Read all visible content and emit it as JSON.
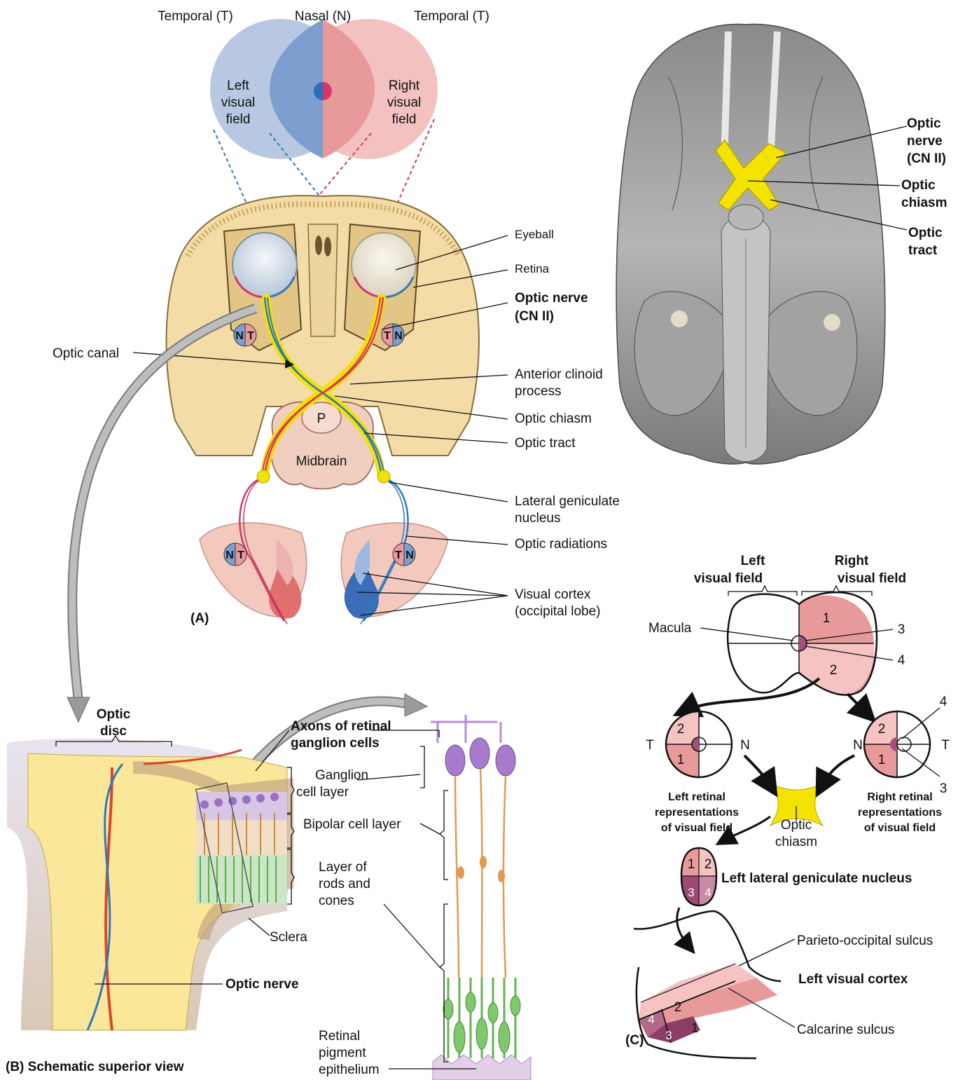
{
  "visual_fields": {
    "temporal_left": "Temporal (T)",
    "nasal": "Nasal (N)",
    "temporal_right": "Temporal (T)",
    "left_field": [
      "Left",
      "visual",
      "field"
    ],
    "right_field": [
      "Right",
      "visual",
      "field"
    ]
  },
  "panel_a": {
    "tag": "(A)",
    "eyeball": "Eyeball",
    "retina": "Retina",
    "optic_nerve": [
      "Optic nerve",
      "(CN II)"
    ],
    "optic_canal": "Optic canal",
    "anterior_clinoid": [
      "Anterior clinoid",
      "process"
    ],
    "optic_chiasm": "Optic chiasm",
    "optic_tract": "Optic tract",
    "lgn": [
      "Lateral geniculate",
      "nucleus"
    ],
    "optic_radiations": "Optic radiations",
    "visual_cortex": [
      "Visual cortex",
      "(occipital lobe)"
    ],
    "p": "P",
    "midbrain": "Midbrain",
    "nt": [
      "N",
      "T"
    ],
    "tn": [
      "T",
      "N"
    ]
  },
  "brain_photo": {
    "optic_nerve": [
      "Optic",
      "nerve",
      "(CN II)"
    ],
    "optic_chiasm": [
      "Optic",
      "chiasm"
    ],
    "optic_tract": [
      "Optic",
      "tract"
    ]
  },
  "panel_b": {
    "optic_disc": [
      "Optic",
      "disc"
    ],
    "axons": [
      "Axons of retinal",
      "ganglion cells"
    ],
    "ganglion_layer": [
      "Ganglion",
      "cell layer"
    ],
    "bipolar_layer": "Bipolar cell layer",
    "rods_cones": [
      "Layer of",
      "rods and",
      "cones"
    ],
    "sclera": "Sclera",
    "optic_nerve": "Optic nerve",
    "pigment": [
      "Retinal",
      "pigment",
      "epithelium"
    ],
    "caption": "(B) Schematic superior view"
  },
  "panel_c": {
    "tag": "(C)",
    "left_field": [
      "Left",
      "visual field"
    ],
    "right_field": [
      "Right",
      "visual field"
    ],
    "macula": "Macula",
    "quadrants": [
      "1",
      "2",
      "3",
      "4"
    ],
    "t": "T",
    "n": "N",
    "left_retinal": [
      "Left retinal",
      "representations",
      "of visual field"
    ],
    "right_retinal": [
      "Right retinal",
      "representations",
      "of visual field"
    ],
    "optic_chiasm": [
      "Optic",
      "chiasm"
    ],
    "lgn": "Left lateral geniculate nucleus",
    "parieto_occipital": "Parieto-occipital sulcus",
    "visual_cortex": "Left visual cortex",
    "calcarine": "Calcarine sulcus"
  }
}
